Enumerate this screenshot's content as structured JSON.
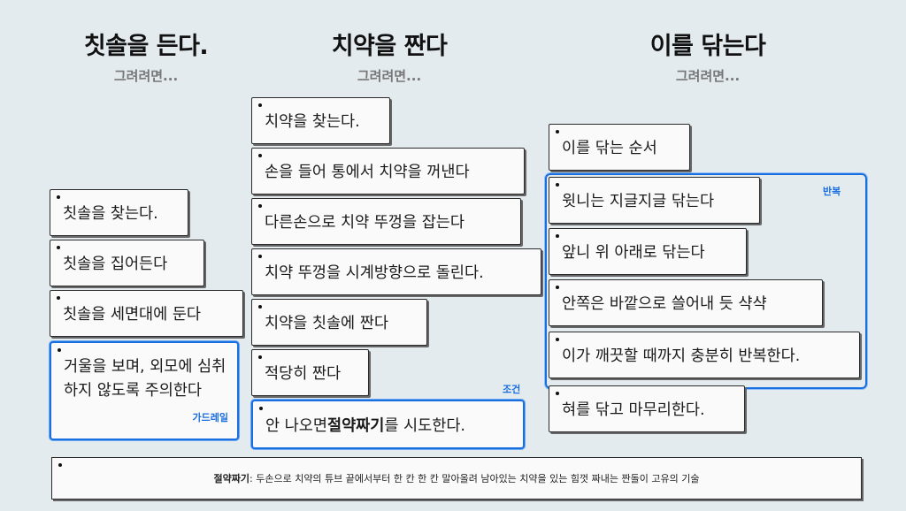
{
  "columns": [
    {
      "title": "칫솔을 든다.",
      "subtitle": "그려려면...",
      "steps": [
        "칫솔을 찾는다.",
        "칫솔을 집어든다",
        "칫솔을 세면대에 둔다"
      ],
      "guardrail_text": "거울을 보며, 외모에 심취하지 않도록 주의한다",
      "guardrail_tag": "가드레일"
    },
    {
      "title": "치약을 짠다",
      "subtitle": "그려려면...",
      "steps": [
        "치약을 찾는다.",
        "손을 들어 통에서 치약을 꺼낸다",
        "다른손으로 치약 뚜껑을 잡는다",
        "치약 뚜껑을 시계방향으로 돌린다.",
        "치약을 칫솔에 짠다",
        "적당히 짠다"
      ],
      "condition": {
        "before": "안 나오면 ",
        "bold": "절약짜기",
        "after": "를 시도한다."
      },
      "condition_tag": "조건"
    },
    {
      "title": "이를 닦는다",
      "subtitle": "그려려면...",
      "first_step": "이를 닦는 순서",
      "loop_steps": [
        "윗니는 지글지글 닦는다",
        "앞니 위 아래로 닦는다",
        "안쪽은 바깥으로 쓸어내 듯 샥샥",
        "이가 깨끗할 때까지 충분히 반복한다."
      ],
      "loop_tag": "반복",
      "last_step": "혀를 닦고 마무리한다."
    }
  ],
  "footnote": {
    "term": "절약짜기",
    "text": " : 두손으로 치약의 튜브 끝에서부터 한 칸 한 칸 말아올려 남아있는 치약을 있는 힘껏 짜내는 짠돌이 고유의 기술"
  }
}
